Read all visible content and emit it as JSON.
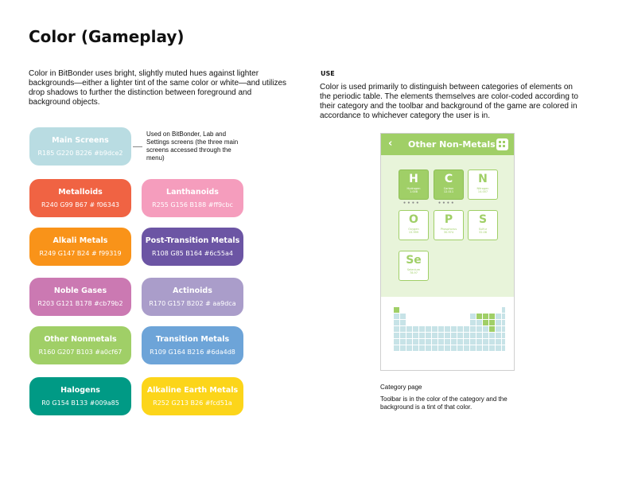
{
  "page": {
    "title": "Color (Gameplay)",
    "intro": "Color in BitBonder uses bright, slightly muted hues against lighter backgrounds—either a lighter tint of the same color or white—and utilizes drop shadows to further the distinction between foreground and background objects."
  },
  "swatches": [
    {
      "name": "Main Screens",
      "values": "R185  G220  B226 #b9dce2",
      "color": "#b9dce2"
    },
    {
      "name": "Metalloids",
      "values": "R240  G99  B67 # f06343",
      "color": "#f06343"
    },
    {
      "name": "Lanthanoids",
      "values": "R255  G156  B188 #ff9cbc",
      "color": "#f59dbd"
    },
    {
      "name": "Alkali Metals",
      "values": "R249  G147  B24 # f99319",
      "color": "#f99319"
    },
    {
      "name": "Post-Transition Metals",
      "values": "R108  G85  B164 #6c55a4",
      "color": "#6c55a4"
    },
    {
      "name": "Noble Gases",
      "values": "R203  G121  B178 #cb79b2",
      "color": "#cb79b2"
    },
    {
      "name": "Actinoids",
      "values": "R170  G157  B202 # aa9dca",
      "color": "#aa9dca"
    },
    {
      "name": "Other Nonmetals",
      "values": "R160  G207  B103 #a0cf67",
      "color": "#a0cf67"
    },
    {
      "name": "Transition Metals",
      "values": "R109  G164  B216 #6da4d8",
      "color": "#6da4d8"
    },
    {
      "name": "Halogens",
      "values": "R0  G154  B133 #009a85",
      "color": "#009a85"
    },
    {
      "name": "Alkaline Earth Metals",
      "values": "R252  G213  B26 #fcd51a",
      "color": "#fcd51a"
    }
  ],
  "main_screens_note": "Used on BitBonder, Lab and Settings screens (the three main screens accessed through the menu)",
  "use": {
    "heading": "USE",
    "text": "Color is used primarily to distinguish between categories of elements on the periodic table. The elements themselves are color-coded according to their category and the toolbar and background of the game are colored in accordance to whichever category the user is in."
  },
  "phone": {
    "back_icon": "chevron-left-icon",
    "menu_icon": "grid-menu-icon",
    "category_title": "Other Non-Metals",
    "toolbar_color": "#a0cf67",
    "background_color": "#e8f4da",
    "elements": [
      {
        "symbol": "H",
        "name": "Hydrogen",
        "sub": "1.008",
        "active": true,
        "dots": "● ● ● ●"
      },
      {
        "symbol": "C",
        "name": "Carbon",
        "sub": "12.011",
        "active": true,
        "dots": "● ● ● ●"
      },
      {
        "symbol": "N",
        "name": "Nitrogen",
        "sub": "14.007",
        "active": false,
        "dots": ""
      },
      {
        "symbol": "O",
        "name": "Oxygen",
        "sub": "15.999",
        "active": false,
        "dots": ""
      },
      {
        "symbol": "P",
        "name": "Phosphorus",
        "sub": "30.974",
        "active": false,
        "dots": ""
      },
      {
        "symbol": "S",
        "name": "Sulfur",
        "sub": "32.06",
        "active": false,
        "dots": ""
      },
      {
        "symbol": "Se",
        "name": "Selenium",
        "sub": "78.97",
        "active": false,
        "dots": ""
      }
    ],
    "mini_table_color": "#c7e3e7",
    "mini_table_highlight": "#a0cf67"
  },
  "caption": {
    "title": "Category page",
    "text": "Toolbar is in the color of the category and the background is a tint of that color."
  }
}
